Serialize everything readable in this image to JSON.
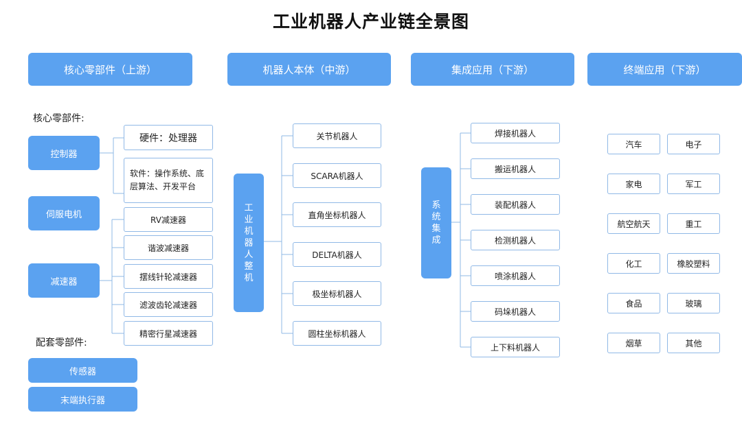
{
  "title": "工业机器人产业链全景图",
  "headers": {
    "upstream": "核心零部件（上游）",
    "midstream": "机器人本体（中游）",
    "integration": "集成应用（下游）",
    "terminal": "终端应用（下游）"
  },
  "core_parts": {
    "label": "核心零部件:",
    "controller": "控制器",
    "servo": "伺服电机",
    "reducer": "减速器",
    "hardware": "硬件：处理器",
    "software": "软件：操作系统、底层算法、开发平台",
    "reducers": [
      "RV减速器",
      "谐波减速器",
      "摆线针轮减速器",
      "滤波齿轮减速器",
      "精密行星减速器"
    ]
  },
  "supporting_parts": {
    "label": "配套零部件:",
    "items": [
      "传感器",
      "末端执行器"
    ]
  },
  "robot_body": {
    "label": "工业机器人整机",
    "chars": [
      "工",
      "业",
      "机",
      "器",
      "人",
      "整",
      "机"
    ],
    "types": [
      "关节机器人",
      "SCARA机器人",
      "直角坐标机器人",
      "DELTA机器人",
      "极坐标机器人",
      "圆柱坐标机器人"
    ]
  },
  "integration": {
    "label": "系统集成",
    "chars": [
      "系",
      "统",
      "集",
      "成"
    ],
    "types": [
      "焊接机器人",
      "搬运机器人",
      "装配机器人",
      "检测机器人",
      "喷涂机器人",
      "码垛机器人",
      "上下料机器人"
    ]
  },
  "terminal": {
    "items": [
      "汽车",
      "电子",
      "家电",
      "军工",
      "航空航天",
      "重工",
      "化工",
      "橡胶塑料",
      "食品",
      "玻璃",
      "烟草",
      "其他"
    ]
  }
}
